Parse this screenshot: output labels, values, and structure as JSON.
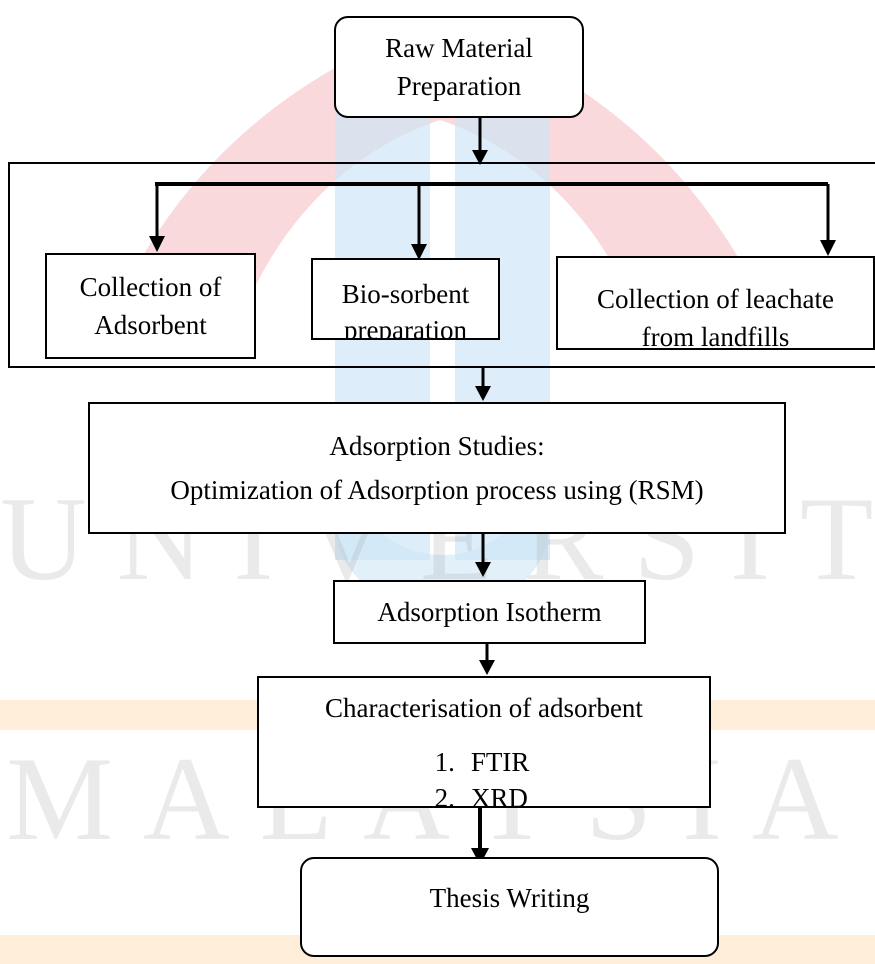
{
  "watermark": {
    "text_line_1": "UNIVERSITI",
    "text_line_2": "MALAYSIA",
    "color_red": "#f7c9cc",
    "color_blue": "#cfe6f6",
    "color_orange": "#fde7c9"
  },
  "flow": {
    "raw_material": {
      "line1": "Raw Material",
      "line2": "Preparation"
    },
    "collection_adsorbent": {
      "line1": "Collection of",
      "line2": "Adsorbent"
    },
    "biosorbent": {
      "line1": "Bio-sorbent",
      "line2": "preparation"
    },
    "collection_leachate": {
      "line1": "Collection of leachate",
      "line2": "from landfills"
    },
    "adsorption_studies": {
      "line1": "Adsorption Studies:",
      "line2": "Optimization of Adsorption process using (RSM)"
    },
    "isotherm": {
      "label": "Adsorption Isotherm"
    },
    "characterisation": {
      "title": "Characterisation of adsorbent",
      "items": [
        {
          "num": "1.",
          "text": "FTIR"
        },
        {
          "num": "2.",
          "text": "XRD"
        }
      ]
    },
    "thesis": {
      "label": "Thesis Writing"
    }
  }
}
